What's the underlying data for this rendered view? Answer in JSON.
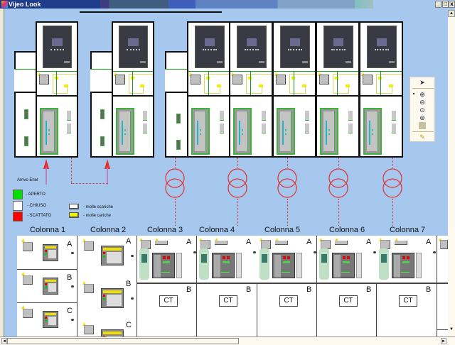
{
  "window": {
    "title": "Vijeo Look",
    "controls": {
      "minimize": "_",
      "maximize": "□",
      "close": "x"
    }
  },
  "legend": {
    "arrivo": "Arrivo Enel",
    "states": [
      {
        "label": "- APERTO",
        "color": "#00e000"
      },
      {
        "label": "- CHIUSO",
        "color": "#ffffff"
      },
      {
        "label": "- SCATTATO",
        "color": "#ff0000"
      }
    ],
    "springs": [
      {
        "label": "- molle scariche",
        "color": "#ffffff"
      },
      {
        "label": "- molle cariche",
        "color": "#f0f000"
      }
    ]
  },
  "toolbox": {
    "tools": [
      "pointer-icon",
      "zoom-in-icon",
      "zoom-out-icon",
      "zoom-info-icon",
      "zoom-fit-icon",
      "blank-tool",
      "pen-tool-icon"
    ],
    "selected": "zoom-in-icon"
  },
  "columns": [
    {
      "title": "Colonna 1",
      "rows": [
        "A",
        "B",
        "C"
      ]
    },
    {
      "title": "Colonna 2",
      "rows": [
        "A",
        "B",
        "C"
      ]
    },
    {
      "title": "Colonna 3",
      "rows": [
        "A",
        "B"
      ],
      "ct": "CT"
    },
    {
      "title": "Colonna 4",
      "rows": [
        "A",
        "B"
      ],
      "ct": "CT"
    },
    {
      "title": "Colonna 5",
      "rows": [
        "A",
        "B"
      ],
      "ct": "CT"
    },
    {
      "title": "Colonna 6",
      "rows": [
        "A",
        "B"
      ],
      "ct": "CT"
    },
    {
      "title": "Colonna 7",
      "rows": [
        "A",
        "B"
      ],
      "ct": "CT"
    }
  ],
  "scroll": {
    "up": "▲",
    "down": "▼",
    "left": "◄",
    "right": "►"
  }
}
